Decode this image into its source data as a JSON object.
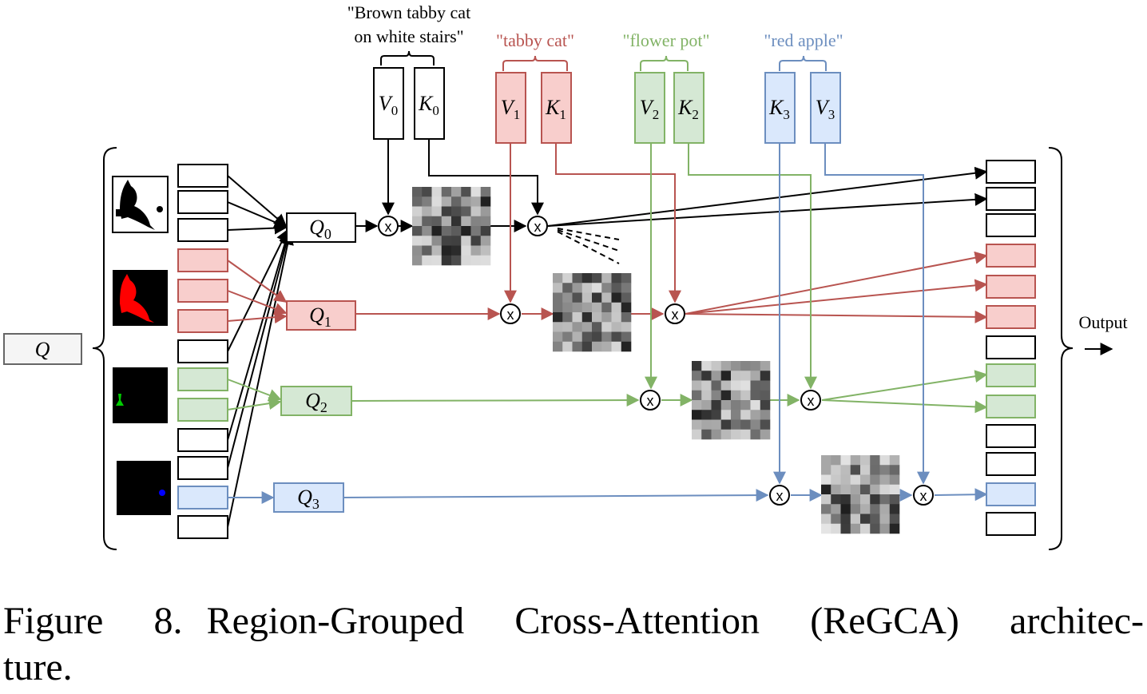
{
  "query_label": "Q",
  "output_label": "Output",
  "prompts": [
    {
      "line1": "\"Brown tabby cat",
      "line2": "on white stairs\"",
      "color": "#000000"
    },
    {
      "text": "\"tabby cat\"",
      "color": "#b85450"
    },
    {
      "text": "\"flower pot\"",
      "color": "#82b366"
    },
    {
      "text": "\"red apple\"",
      "color": "#6c8ebf"
    }
  ],
  "kv": [
    {
      "first": "V",
      "first_sub": "0",
      "second": "K",
      "second_sub": "0"
    },
    {
      "first": "V",
      "first_sub": "1",
      "second": "K",
      "second_sub": "1"
    },
    {
      "first": "V",
      "first_sub": "2",
      "second": "K",
      "second_sub": "2"
    },
    {
      "first": "K",
      "first_sub": "3",
      "second": "V",
      "second_sub": "3"
    }
  ],
  "queries": [
    {
      "label": "Q",
      "sub": "0"
    },
    {
      "label": "Q",
      "sub": "1"
    },
    {
      "label": "Q",
      "sub": "2"
    },
    {
      "label": "Q",
      "sub": "3"
    }
  ],
  "op_symbol": "x",
  "colors": {
    "black_stroke": "#000000",
    "red_stroke": "#b85450",
    "red_fill": "#f8cecc",
    "green_stroke": "#82b366",
    "green_fill": "#d5e8d4",
    "blue_stroke": "#6c8ebf",
    "blue_fill": "#dae8fc",
    "gray_fill": "#f5f5f5",
    "gray_stroke": "#666666",
    "mask_red": "#ff0000",
    "mask_green": "#00cc00",
    "mask_blue": "#0000ff"
  },
  "caption": {
    "label": "Figure 8.",
    "line1": "Region-Grouped Cross-Attention (ReGCA) architec-",
    "line2": "ture."
  }
}
